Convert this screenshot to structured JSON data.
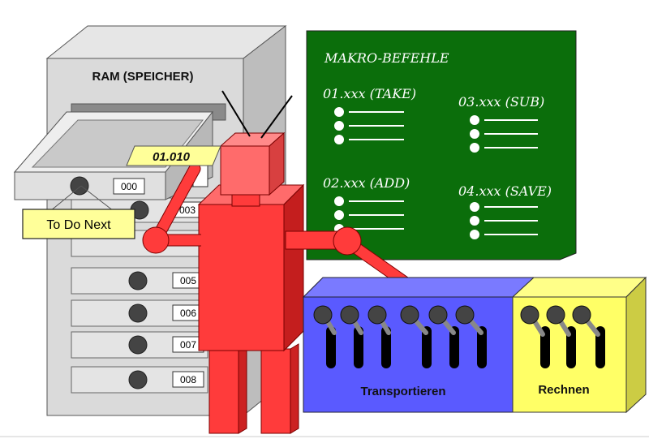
{
  "cabinet": {
    "title": "RAM (SPEICHER)",
    "slots": [
      "000",
      "003",
      "005",
      "006",
      "007",
      "008"
    ]
  },
  "robot": {
    "held_card": "01.010",
    "todo_label": "To Do Next"
  },
  "board": {
    "title": "MAKRO-BEFEHLE",
    "commands": [
      "01.xxx (TAKE)",
      "03.xxx (SUB)",
      "02.xxx (ADD)",
      "04.xxx (SAVE)"
    ]
  },
  "panels": {
    "transport_label": "Transportieren",
    "compute_label": "Rechnen"
  },
  "colors": {
    "robot": "#ff3b3b",
    "board": "#0b6e0b",
    "transport": "#5a5aff",
    "compute": "#ffff66",
    "cabinet": "#d9d9d9"
  }
}
